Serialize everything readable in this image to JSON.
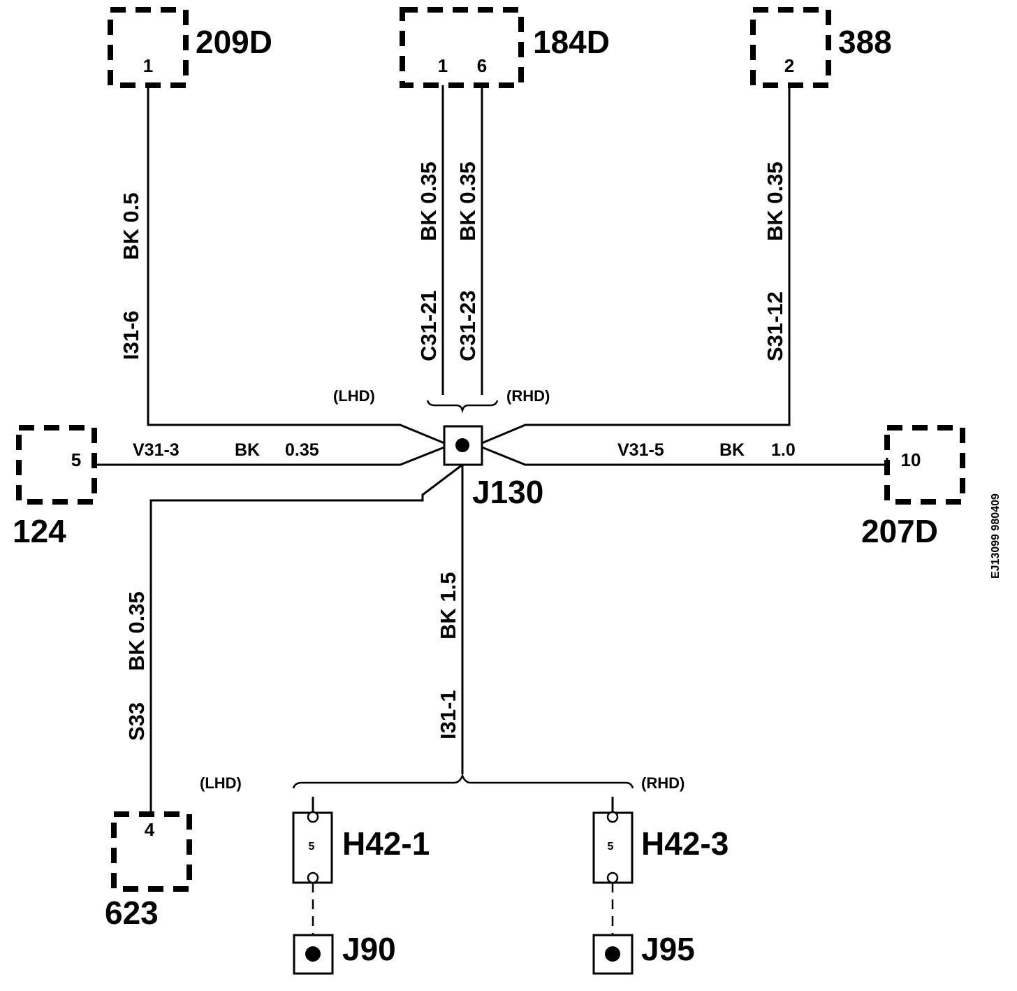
{
  "connectors": {
    "c209d": {
      "name": "209D",
      "pin": "1"
    },
    "c184d": {
      "name": "184D",
      "pin_a": "1",
      "pin_b": "6"
    },
    "c388": {
      "name": "388",
      "pin": "2"
    },
    "c124": {
      "name": "124",
      "pin": "5"
    },
    "c207d": {
      "name": "207D",
      "pin": "10"
    },
    "c623": {
      "name": "623",
      "pin": "4"
    }
  },
  "wires": {
    "w209": {
      "circuit": "I31-6",
      "spec": "BK 0.5"
    },
    "w184a": {
      "circuit": "C31-21",
      "spec": "BK 0.35"
    },
    "w184b": {
      "circuit": "C31-23",
      "spec": "BK 0.35"
    },
    "w388": {
      "circuit": "S31-12",
      "spec": "BK 0.35"
    },
    "w124": {
      "circuit": "V31-3",
      "color": "BK",
      "size": "0.35"
    },
    "w207": {
      "circuit": "V31-5",
      "color": "BK",
      "size": "1.0"
    },
    "w623": {
      "circuit": "S33",
      "spec": "BK 0.35"
    },
    "wdown": {
      "circuit": "I31-1",
      "spec": "BK 1.5"
    }
  },
  "splice": {
    "name": "J130"
  },
  "labels": {
    "lhd_top": "(LHD)",
    "rhd_top": "(RHD)",
    "lhd_bottom": "(LHD)",
    "rhd_bottom": "(RHD)"
  },
  "fuses": {
    "h42_1": {
      "name": "H42-1",
      "pin": "5"
    },
    "h42_3": {
      "name": "H42-3",
      "pin": "5"
    }
  },
  "grounds": {
    "j90": {
      "name": "J90"
    },
    "j95": {
      "name": "J95"
    }
  },
  "reference": "EJ13099 980409"
}
